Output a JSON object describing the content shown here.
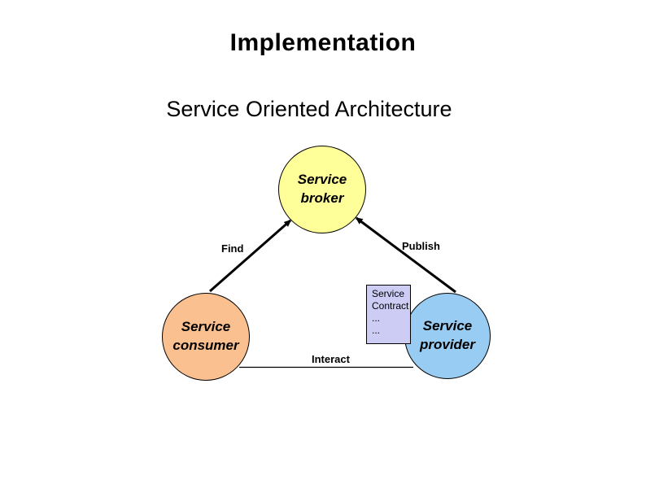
{
  "slide": {
    "title": "Implementation",
    "subtitle": "Service Oriented Architecture",
    "background_color": "#FFFFFF",
    "text_color": "#000000"
  },
  "diagram": {
    "line_color": "#000000",
    "nodes": {
      "broker": {
        "line1": "Service",
        "line2": "broker",
        "fill": "#FFFF99"
      },
      "consumer": {
        "line1": "Service",
        "line2": "consumer",
        "fill": "#FAC090"
      },
      "provider": {
        "line1": "Service",
        "line2": "provider",
        "fill": "#99CCF2"
      }
    },
    "edges": {
      "find": "Find",
      "publish": "Publish",
      "interact": "Interact"
    },
    "contract_box": {
      "fill": "#CCCCF5",
      "lines": [
        "Service",
        "Contract",
        "...",
        "..."
      ]
    }
  }
}
